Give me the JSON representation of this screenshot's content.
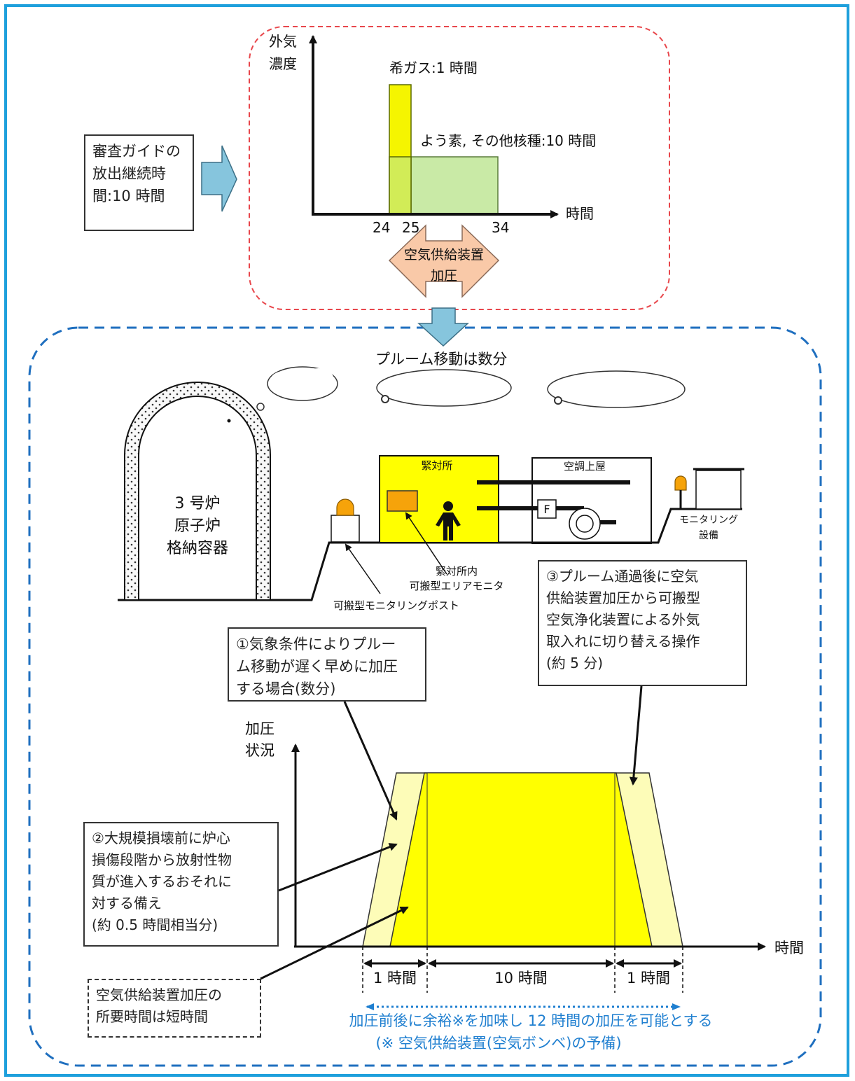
{
  "guide_box": [
    "審査ガイドの",
    "放出継続時",
    "間:10 時間"
  ],
  "top_chart": {
    "y_label": [
      "外気",
      "濃度"
    ],
    "x_label": "時間",
    "noble_gas_label": "希ガス:1 時間",
    "iodine_label": "よう素, その他核種:10 時間",
    "ticks": [
      "24",
      "25",
      "34"
    ]
  },
  "pressurize_arrow": [
    "空気供給装置",
    "加圧"
  ],
  "plume_text": "プルーム移動は数分",
  "reactor_label": [
    "3 号炉",
    "原子炉",
    "格納容器"
  ],
  "emergency_room_label": "緊対所",
  "aircon_label": "空調上屋",
  "fan_letter": "F",
  "monitoring_label": [
    "モニタリング",
    "設備"
  ],
  "area_monitor_label": [
    "緊対所内",
    "可搬型エリアモニタ"
  ],
  "monitoring_post_label": "可搬型モニタリングポスト",
  "note1": [
    "①気象条件によりプルー",
    "ム移動が遅く早めに加圧",
    "する場合(数分)"
  ],
  "note2": [
    "②大規模損壊前に炉心",
    "損傷段階から放射性物",
    "質が進入するおそれに",
    "対する備え",
    "(約 0.5 時間相当分)"
  ],
  "note3": [
    "③プルーム通過後に空気",
    "供給装置加圧から可搬型",
    "空気浄化装置による外気",
    "取入れに切り替える操作",
    "(約 5 分)"
  ],
  "note4": [
    "空気供給装置加圧の",
    "所要時間は短時間"
  ],
  "bottom_chart": {
    "y_label": [
      "加圧",
      "状況"
    ],
    "x_label": "時間",
    "spans": [
      "1 時間",
      "10 時間",
      "1 時間"
    ]
  },
  "footer": [
    "加圧前後に余裕※を加味し 12 時間の加圧を可能とする",
    "(※ 空気供給装置(空気ボンベ)の予備)"
  ],
  "colors": {
    "frame": "#1ea0dc",
    "red_dash": "#e8474c",
    "blue_dash": "#1f6fbf",
    "yellow": "#ffff00",
    "light_yellow": "#fdfcb8",
    "noble_gas": "#f5f500",
    "iodine": "#c9eaa6",
    "overlap": "#d2ec57",
    "arrow_blue": "#86c5dd",
    "arrow_peach": "#f9c9a8",
    "footer_blue": "#1f7fd0"
  }
}
